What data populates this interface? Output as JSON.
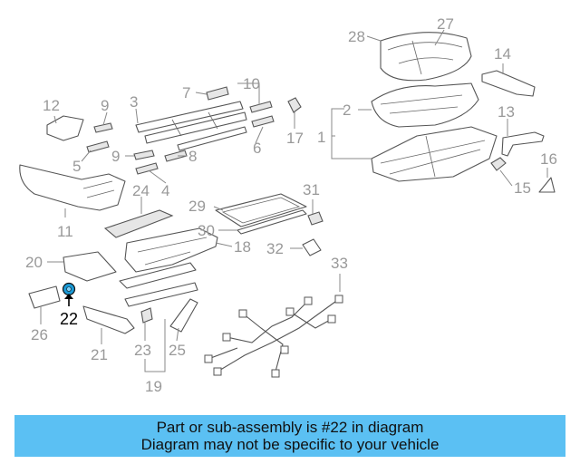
{
  "diagram": {
    "highlight_part": "22",
    "callouts": [
      "1",
      "2",
      "3",
      "4",
      "5",
      "6",
      "7",
      "8",
      "9",
      "9",
      "10",
      "11",
      "12",
      "13",
      "14",
      "15",
      "16",
      "17",
      "18",
      "19",
      "20",
      "21",
      "22",
      "23",
      "24",
      "25",
      "26",
      "27",
      "28",
      "29",
      "30",
      "31",
      "32",
      "33"
    ]
  },
  "banner": {
    "line1": "Part or sub-assembly is #22 in diagram",
    "line2": "Diagram may not be specific to your vehicle",
    "color": "#5bc0f3"
  }
}
